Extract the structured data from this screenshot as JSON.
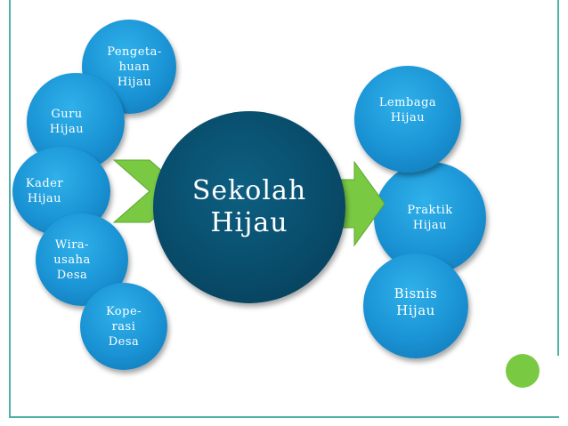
{
  "center": {
    "label": "Sekolah\nHijau"
  },
  "left_nodes": [
    {
      "id": "pengetahuan",
      "label": "Pengeta-\nhuan\nHijau"
    },
    {
      "id": "guru",
      "label": "Guru\nHijau"
    },
    {
      "id": "kader",
      "label": "Kader\nHijau"
    },
    {
      "id": "wirausaha",
      "label": "Wira-\nusaha\nDesa"
    },
    {
      "id": "koperasi",
      "label": "Kope-\nrasi\nDesa"
    }
  ],
  "right_nodes": [
    {
      "id": "lembaga",
      "label": "Lembaga\nHijau"
    },
    {
      "id": "praktik",
      "label": "Praktik\nHijau"
    },
    {
      "id": "bisnis",
      "label": "Bisnis\nHijau"
    }
  ],
  "colors": {
    "circle_blue": "#1a93d4",
    "center_dark": "#084b69",
    "arrow_green": "#7ac943",
    "frame_teal": "#4fb0a4"
  }
}
